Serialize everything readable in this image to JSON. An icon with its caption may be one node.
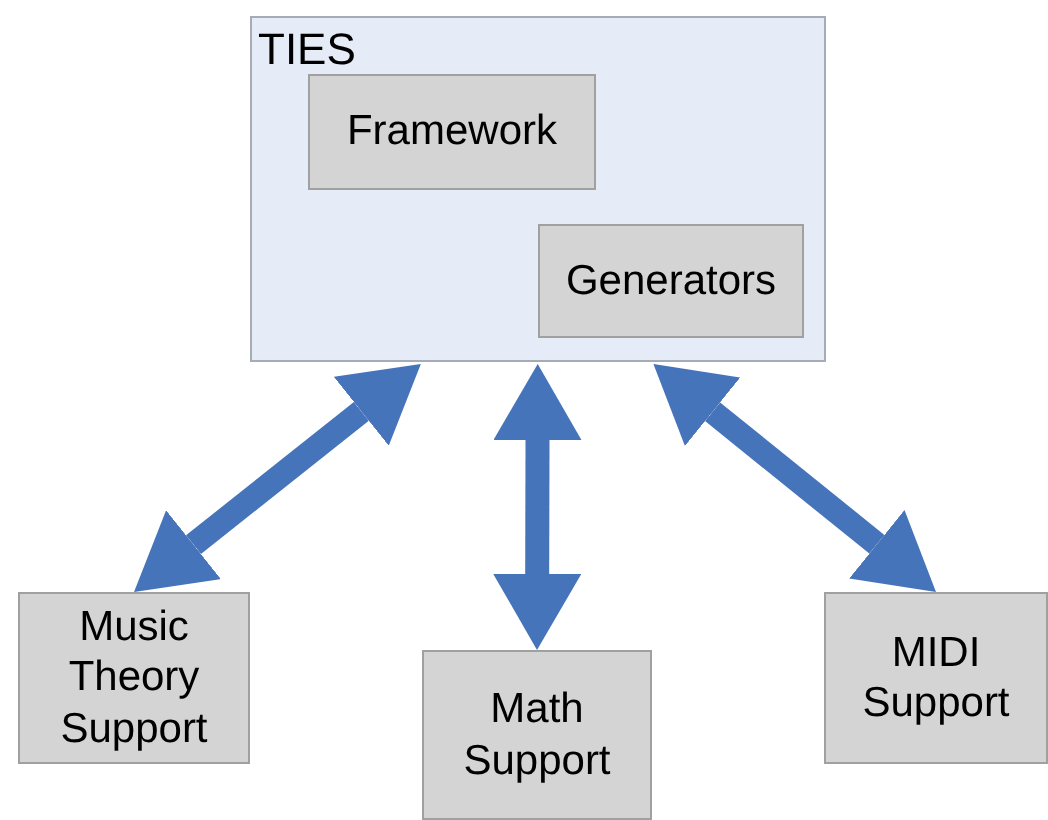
{
  "diagram": {
    "nodes": [
      {
        "text": [
          "TIES"
        ]
      },
      {
        "text": [
          "Framework"
        ],
        "in": 0
      },
      {
        "text": [
          "Generators"
        ],
        "in": 0
      },
      {
        "text": [
          "Music Theory Support"
        ]
      },
      {
        "text": [
          "Math Support"
        ]
      },
      {
        "text": [
          "MIDI Support"
        ]
      }
    ],
    "edges": [
      {
        "from": 0,
        "to": 3,
        "arrow": "both"
      },
      {
        "from": 0,
        "to": 4,
        "arrow": "both"
      },
      {
        "from": 0,
        "to": 5,
        "arrow": "both"
      }
    ]
  }
}
